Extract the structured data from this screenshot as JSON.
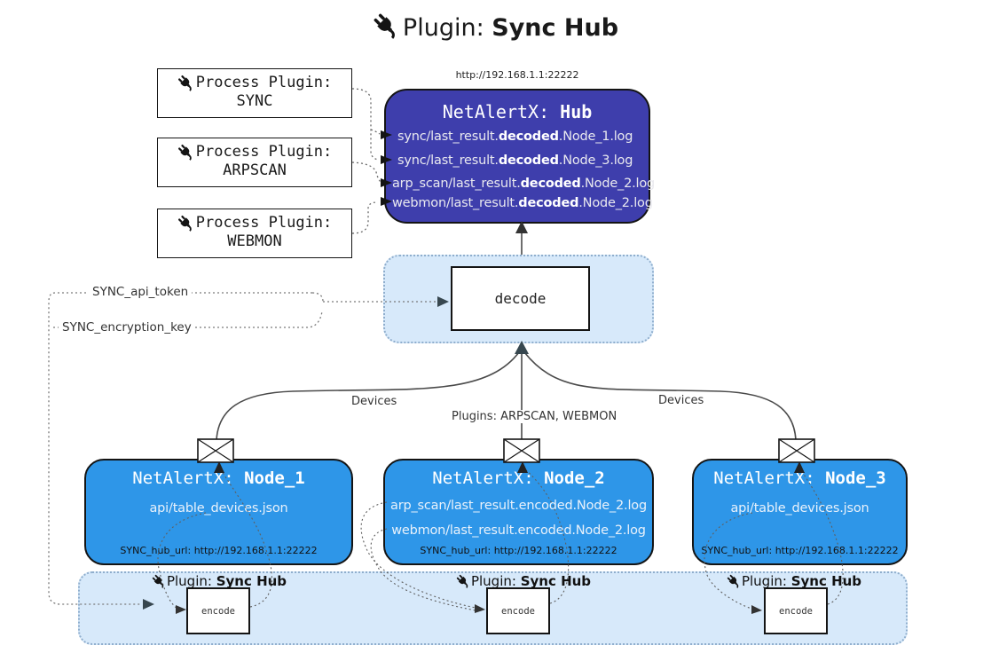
{
  "title": {
    "prefix": "Plugin: ",
    "bold": "Sync Hub"
  },
  "hub": {
    "url": "http://192.168.1.1:22222",
    "name_prefix": "NetAlertX: ",
    "name_bold": "Hub",
    "logs": [
      {
        "pre": "sync/last_result.",
        "bold": "decoded",
        "post": ".Node_1.log"
      },
      {
        "pre": "sync/last_result.",
        "bold": "decoded",
        "post": ".Node_3.log"
      },
      {
        "pre": "arp_scan/last_result.",
        "bold": "decoded",
        "post": ".Node_2.log"
      },
      {
        "pre": "webmon/last_result.",
        "bold": "decoded",
        "post": ".Node_2.log"
      }
    ]
  },
  "process_plugins": [
    {
      "line1": "Process Plugin:",
      "name": "SYNC"
    },
    {
      "line1": "Process Plugin:",
      "name": "ARPSCAN"
    },
    {
      "line1": "Process Plugin:",
      "name": "WEBMON"
    }
  ],
  "decode": {
    "label": "decode"
  },
  "tokens": {
    "api_token": "SYNC_api_token",
    "encryption_key": "SYNC_encryption_key"
  },
  "edge_labels": {
    "devices_left": "Devices",
    "devices_right": "Devices",
    "plugins_mid": "Plugins: ARPSCAN, WEBMON"
  },
  "nodes": [
    {
      "name_prefix": "NetAlertX: ",
      "name_bold": "Node_1",
      "files": [
        "api/table_devices.json"
      ],
      "hub_url": "SYNC_hub_url: http://192.168.1.1:22222"
    },
    {
      "name_prefix": "NetAlertX: ",
      "name_bold": "Node_2",
      "files": [
        "arp_scan/last_result.encoded.Node_2.log",
        "webmon/last_result.encoded.Node_2.log"
      ],
      "hub_url": "SYNC_hub_url: http://192.168.1.1:22222"
    },
    {
      "name_prefix": "NetAlertX: ",
      "name_bold": "Node_3",
      "files": [
        "api/table_devices.json"
      ],
      "hub_url": "SYNC_hub_url: http://192.168.1.1:22222"
    }
  ],
  "strip": {
    "labels": [
      {
        "prefix": "Plugin: ",
        "bold": "Sync Hub"
      },
      {
        "prefix": "Plugin: ",
        "bold": "Sync Hub"
      },
      {
        "prefix": "Plugin: ",
        "bold": "Sync Hub"
      }
    ],
    "encode_label": "encode"
  },
  "icons": {
    "plug": "plug-icon",
    "envelope": "envelope-icon"
  },
  "colors": {
    "hub_fill": "#3E3EAC",
    "node_fill": "#2E96E8",
    "panel_fill": "#D7E9FA",
    "panel_border": "#8FAECD",
    "arrow_dark": "#37474F",
    "line": "#4A4A4A"
  }
}
